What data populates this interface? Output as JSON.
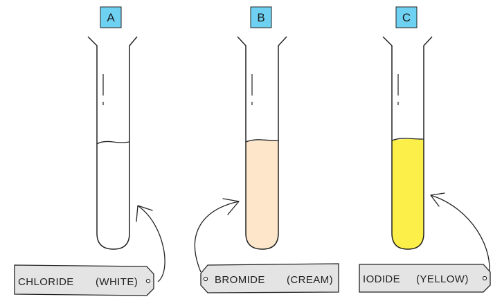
{
  "tubes": [
    {
      "badge": "A",
      "tag_label": "CHLORIDE",
      "tag_color": "(WHITE)",
      "liquid_color": "#ffffff"
    },
    {
      "badge": "B",
      "tag_label": "BROMIDE",
      "tag_color": "(CREAM)",
      "liquid_color": "#fde6c9"
    },
    {
      "badge": "C",
      "tag_label": "IODIDE",
      "tag_color": "(YELLOW)",
      "liquid_color": "#fcef4a"
    }
  ],
  "colors": {
    "badge_fill": "#6fd1f2",
    "tag_fill": "#e4e4e4",
    "outline": "#222222"
  }
}
